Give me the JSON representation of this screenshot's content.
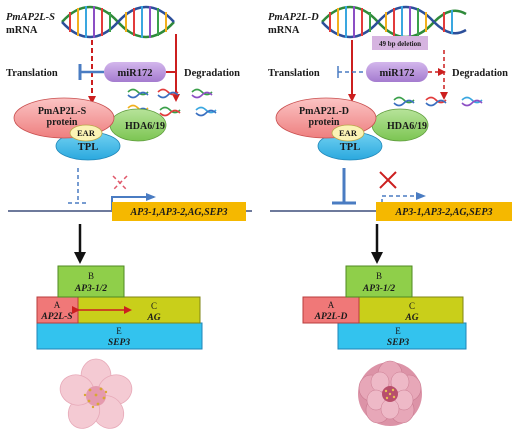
{
  "left": {
    "gene_label": "PmAP2L-S",
    "mrna_label": "mRNA",
    "translation_label": "Translation",
    "degradation_label": "Degradation",
    "mirna_label": "miR172",
    "protein_line1": "PmAP2L-S",
    "protein_line2": "protein",
    "ear_label": "EAR",
    "hda_label": "HDA6/19",
    "tpl_label": "TPL",
    "target_genes": "AP3-1,AP3-2,AG,SEP3",
    "block_b_title": "B",
    "block_b_gene": "AP3-1/2",
    "block_a_title": "A",
    "block_a_gene": "AP2L-S",
    "block_c_title": "C",
    "block_c_gene": "AG",
    "block_e_title": "E",
    "block_e_gene": "SEP3"
  },
  "right": {
    "gene_label": "PmAP2L-D",
    "mrna_label": "mRNA",
    "deletion_label": "49 bp deletion",
    "translation_label": "Translation",
    "degradation_label": "Degradation",
    "mirna_label": "miR172",
    "protein_line1": "PmAP2L-D",
    "protein_line2": "protein",
    "ear_label": "EAR",
    "hda_label": "HDA6/19",
    "tpl_label": "TPL",
    "target_genes": "AP3-1,AP3-2,AG,SEP3",
    "block_b_title": "B",
    "block_b_gene": "AP3-1/2",
    "block_a_title": "A",
    "block_a_gene": "AP2L-D",
    "block_c_title": "C",
    "block_c_gene": "AG",
    "block_e_title": "E",
    "block_e_gene": "SEP3"
  },
  "colors": {
    "repression_blue": "#4a7cc2",
    "degradation_red": "#cc1f1f",
    "mirna_purple": "#b58fd6",
    "protein_pink": "#f59a9a",
    "hda_green": "#8fcf6a",
    "tpl_blue": "#3fb6e3",
    "ear_yellow": "#fbf3b5",
    "target_orange": "#f5b800",
    "block_b_green": "#8fcf4a",
    "block_c_yellow": "#c9cf1a",
    "block_e_cyan": "#33c3ee",
    "block_a_red": "#f07878",
    "deletion_lilac": "#d6b4e0"
  }
}
